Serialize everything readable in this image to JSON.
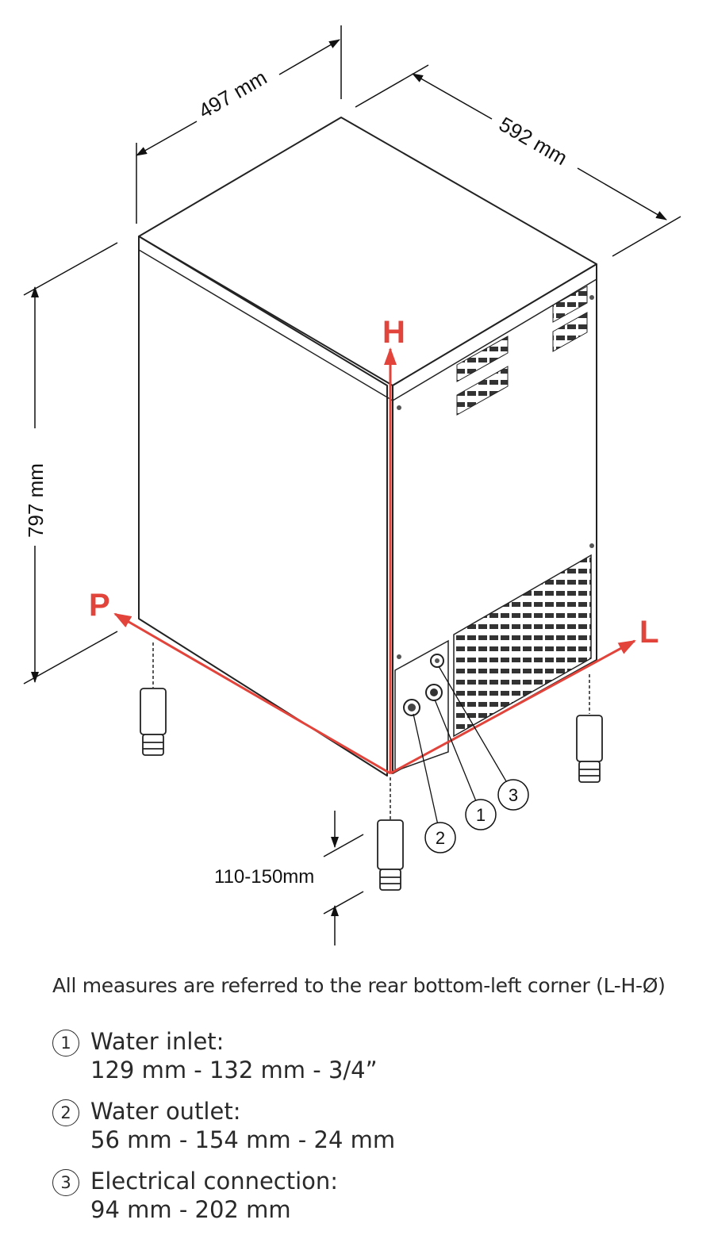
{
  "dimensions": {
    "width": "497 mm",
    "depth": "592 mm",
    "height": "797 mm",
    "feet": "110-150mm"
  },
  "axes": {
    "p": "P",
    "h": "H",
    "l": "L"
  },
  "callouts": {
    "c1": "1",
    "c2": "2",
    "c3": "3"
  },
  "colors": {
    "axis": "#e2433a",
    "line": "#222222",
    "text": "#2a2a2a"
  },
  "note": "All measures are referred to the rear bottom-left corner (L-H-Ø)",
  "connections": [
    {
      "num": "1",
      "label": "Water inlet:",
      "values": "129 mm  - 132 mm  - 3/4”"
    },
    {
      "num": "2",
      "label": "Water outlet:",
      "values": "56 mm - 154 mm - 24 mm"
    },
    {
      "num": "3",
      "label": "Electrical connection:",
      "values": "94 mm - 202 mm"
    }
  ]
}
